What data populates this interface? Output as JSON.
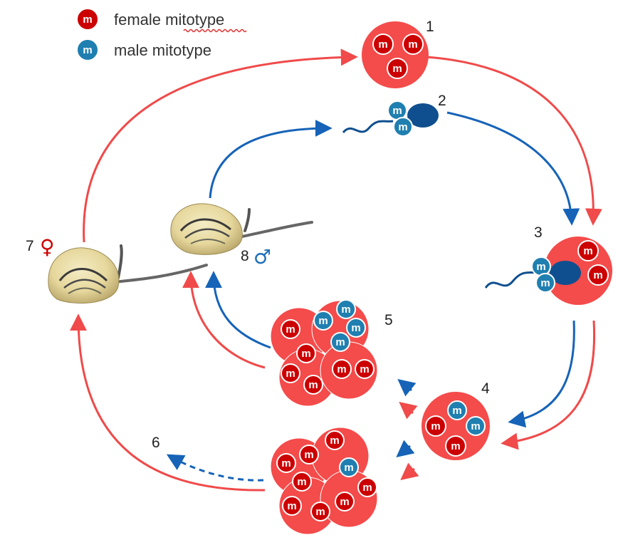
{
  "legend": {
    "female": {
      "glyph": "m",
      "label": "female mitotype"
    },
    "male": {
      "glyph": "m",
      "label": "male mitotype"
    }
  },
  "stages": {
    "s1": "1",
    "s2": "2",
    "s3": "3",
    "s4": "4",
    "s5": "5",
    "s6": "6",
    "s7": "7",
    "s8": "8"
  },
  "symbols": {
    "female": "♀",
    "male": "♂"
  },
  "mito_glyph": "m",
  "colors": {
    "female_cell": "#f44b4b",
    "female_mito": "#cc0000",
    "male_mito": "#1f7fb0",
    "sperm_head": "#0f4f8f",
    "red_arrow": "#f04a4a",
    "blue_arrow": "#1663b8",
    "female_symbol": "#cc0000",
    "male_symbol": "#1f6fb8"
  },
  "icons": {
    "clam": "clam-icon",
    "egg": "egg-cell-icon",
    "sperm": "sperm-cell-icon",
    "embryo": "embryo-icon"
  }
}
